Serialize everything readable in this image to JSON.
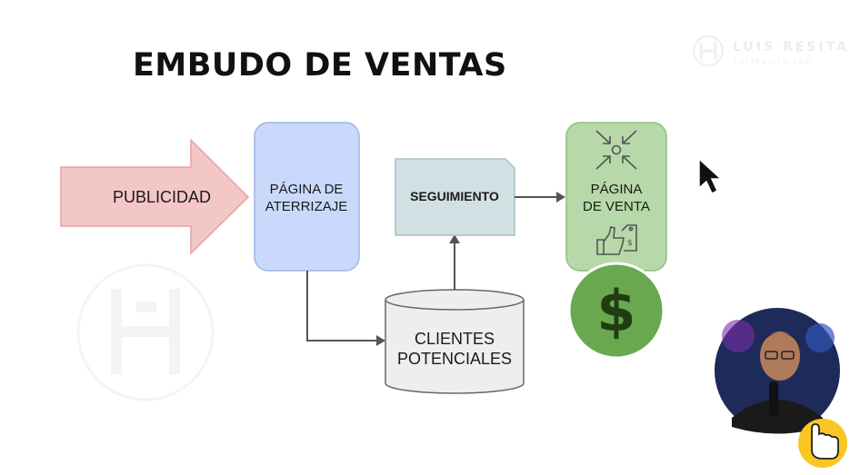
{
  "title": "EMBUDO DE VENTAS",
  "watermark": {
    "brand": "LUIS RESITA",
    "url": "LUISRESITA.COM"
  },
  "nodes": {
    "publicidad": "PUBLICIDAD",
    "aterrizaje": [
      "PÁGINA DE",
      "ATERRIZAJE"
    ],
    "seguimiento": "SEGUIMIENTO",
    "venta": [
      "PÁGINA",
      "DE VENTA"
    ],
    "clientes": [
      "CLIENTES",
      "POTENCIALES"
    ],
    "dollar": "$"
  },
  "icons": {
    "venta_top": "converge-arrows-icon",
    "venta_bottom": "thumbs-up-price-tag-icon",
    "cursor": "mouse-pointer-icon",
    "hand": "pointing-hand-icon",
    "watermark_logo": "logo-watermark-icon"
  },
  "colors": {
    "publicidad_fill": "#f4c7c7",
    "publicidad_stroke": "#e8a0a0",
    "aterrizaje_fill": "#c9d9fb",
    "aterrizaje_stroke": "#9db6e6",
    "seguimiento_fill": "#d0e0e3",
    "seguimiento_stroke": "#a9c1c6",
    "venta_fill": "#b7d8a8",
    "venta_stroke": "#8fbf7e",
    "dollar_fill": "#6aa84f",
    "arrow": "#555555",
    "cylinder_fill": "#eeeeee",
    "cylinder_stroke": "#666666"
  }
}
